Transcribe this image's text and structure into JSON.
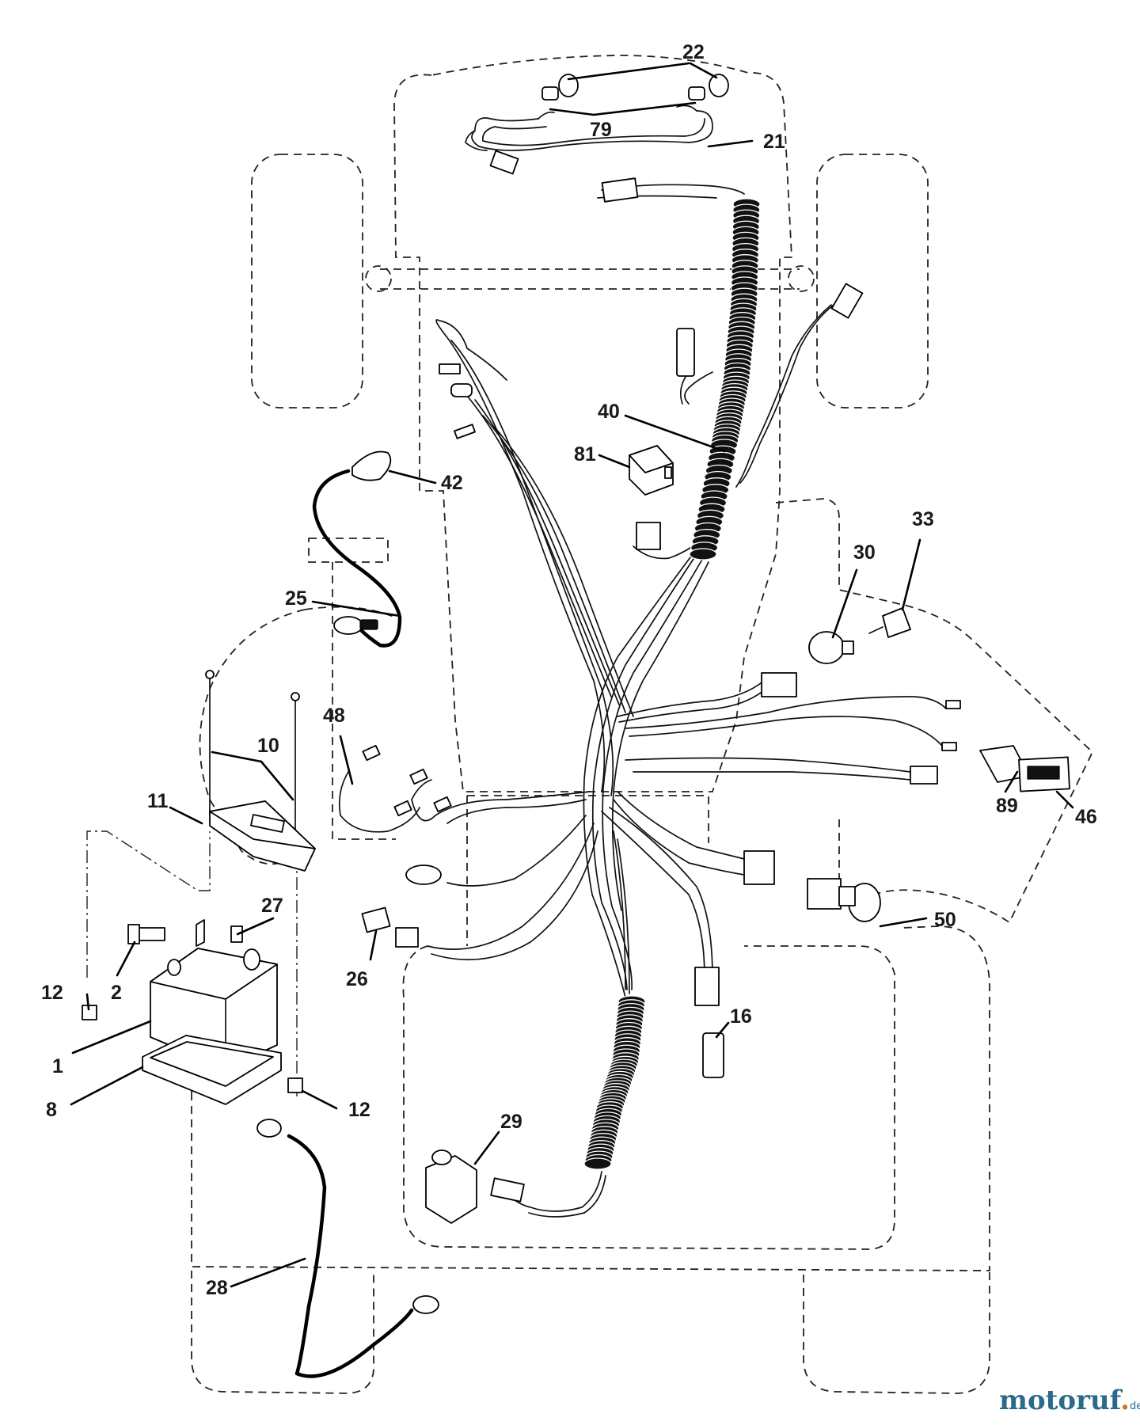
{
  "callouts": [
    "22",
    "79",
    "21",
    "40",
    "81",
    "42",
    "25",
    "33",
    "30",
    "10",
    "48",
    "11",
    "89",
    "46",
    "27",
    "50",
    "12",
    "2",
    "26",
    "16",
    "1",
    "8",
    "12",
    "29",
    "28"
  ],
  "watermark": {
    "brand_a": "motoruf",
    "brand_b": ".",
    "suffix": "de"
  },
  "colors": {
    "ink": "#111111",
    "brand_blue": "#2a6a8a",
    "brand_orange": "#d2761c"
  }
}
